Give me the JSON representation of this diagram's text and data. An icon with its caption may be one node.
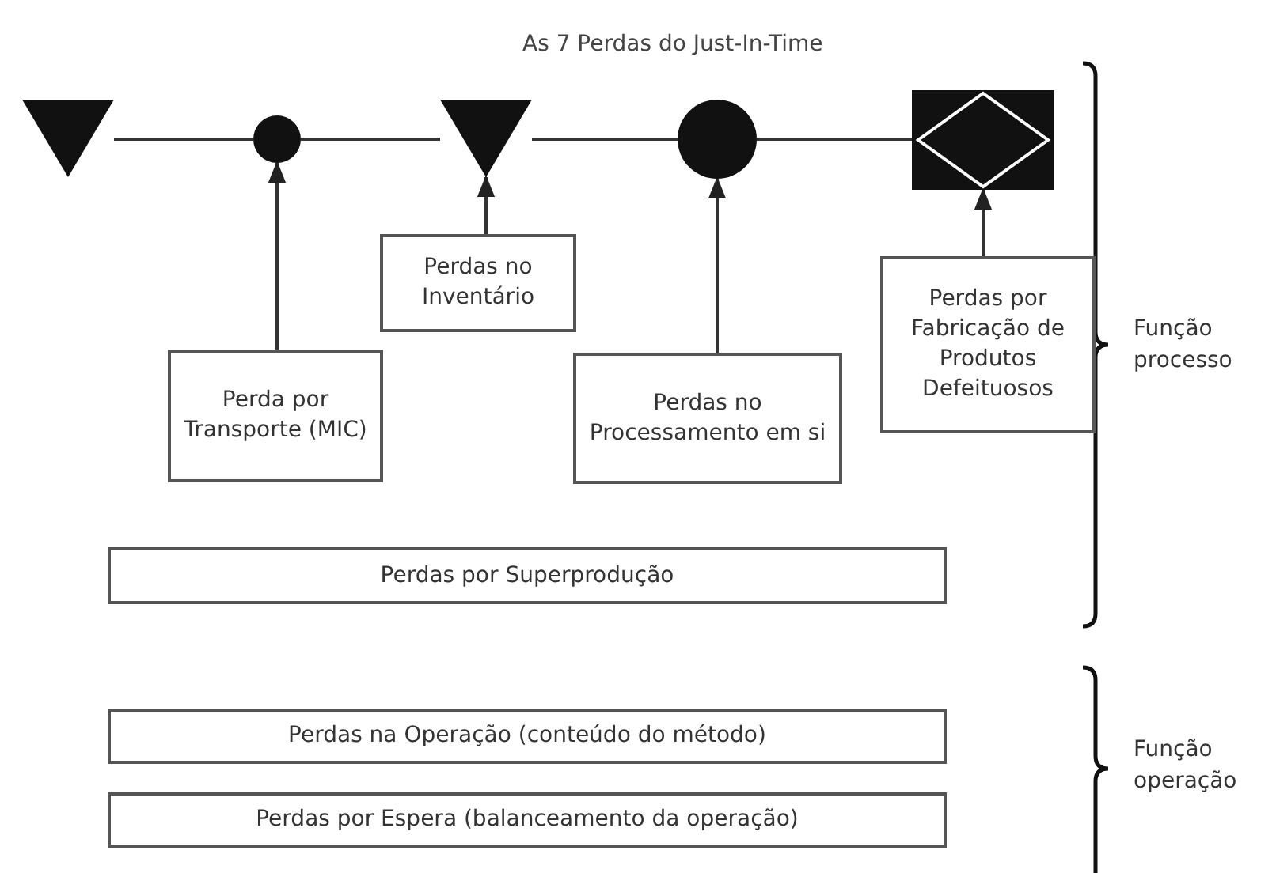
{
  "diagram": {
    "title": "As 7 Perdas do Just-In-Time",
    "nodes": [
      {
        "text": [],
        "shape": "triangle"
      },
      {
        "text": [],
        "shape": "circle"
      },
      {
        "text": [],
        "shape": "triangle"
      },
      {
        "text": [],
        "shape": "circle"
      },
      {
        "text": [],
        "shape": "box"
      },
      {
        "text": [
          "Perda por Transporte (MIC)"
        ]
      },
      {
        "text": [
          "Perdas no Inventário"
        ]
      },
      {
        "text": [
          "Perdas no Processamento em si"
        ]
      },
      {
        "text": [
          "Perdas por Fabricação de Produtos Defeituosos"
        ]
      },
      {
        "text": [
          "Perdas por Superprodução"
        ]
      },
      {
        "text": [
          "Perdas na Operação (conteúdo do método)"
        ]
      },
      {
        "text": [
          "Perdas por Espera (balanceamento da operação)"
        ]
      }
    ],
    "edges": [
      {
        "from": 0,
        "to": 1,
        "arrow": "none"
      },
      {
        "from": 1,
        "to": 2,
        "arrow": "none"
      },
      {
        "from": 2,
        "to": 3,
        "arrow": "none"
      },
      {
        "from": 3,
        "to": 4,
        "arrow": "none"
      },
      {
        "from": 5,
        "to": 1,
        "arrow": "to"
      },
      {
        "from": 6,
        "to": 2,
        "arrow": "to"
      },
      {
        "from": 7,
        "to": 3,
        "arrow": "to"
      },
      {
        "from": 8,
        "to": 4,
        "arrow": "to"
      }
    ],
    "labels": [
      "Função processo",
      "Função operação"
    ]
  }
}
